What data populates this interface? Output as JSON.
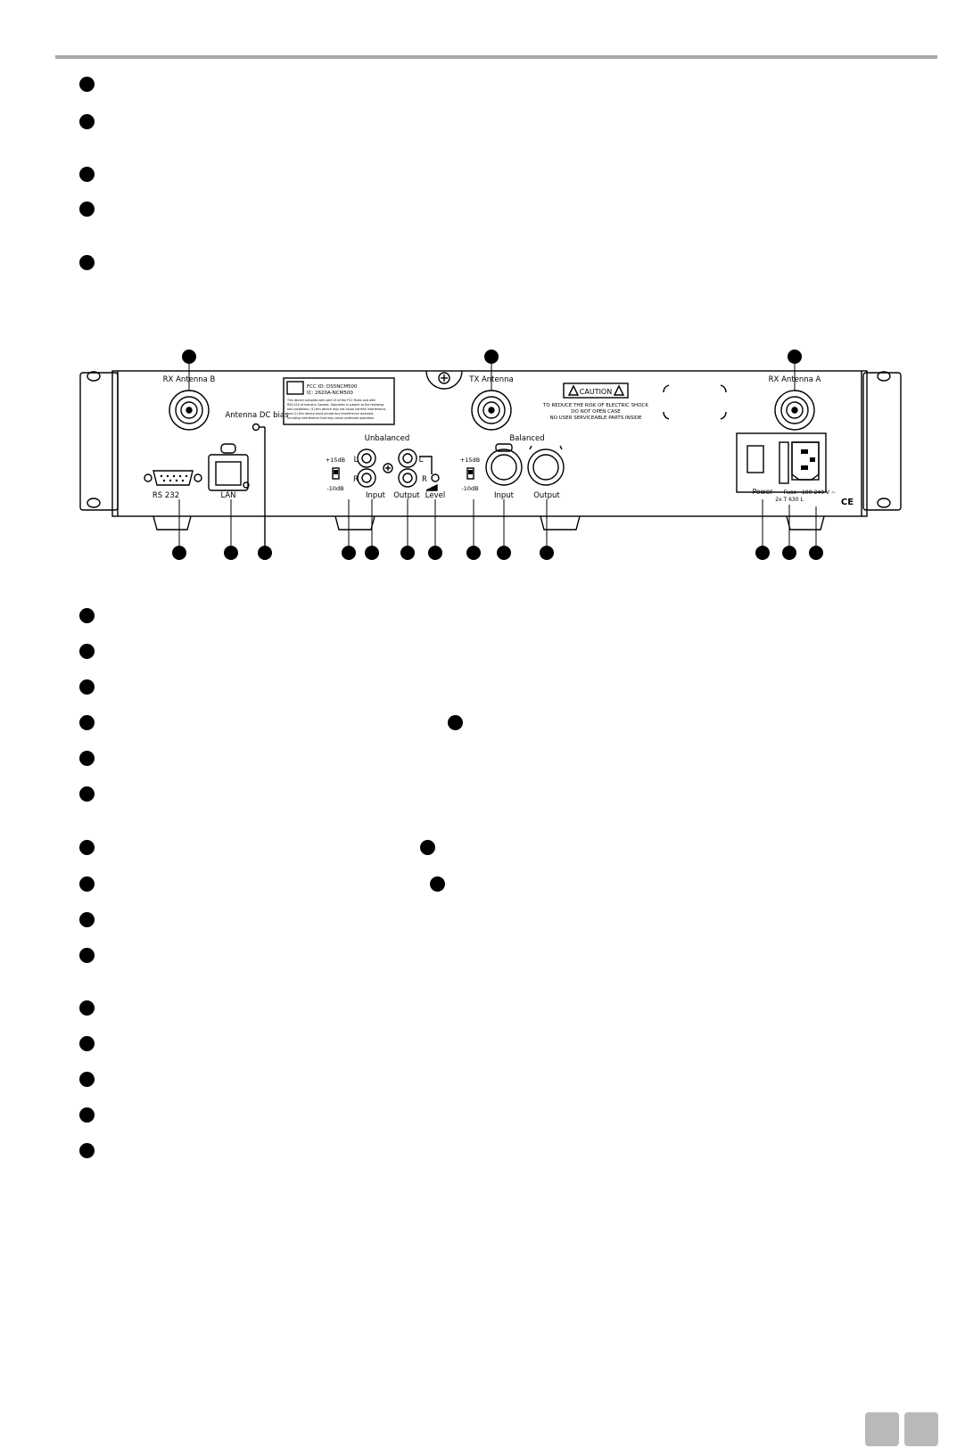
{
  "panel_labels": {
    "rx_antenna_b": "RX Antenna B",
    "tx_antenna": "TX Antenna",
    "rx_antenna_a": "RX Antenna A",
    "antenna_dc_bias": "Antenna DC bias",
    "fcc_id": "FCC ID: DS5NCM500",
    "ic": "IC: 2620A-NCM500",
    "fcc_text": [
      "This device complies with part 15 of the FCC Rules and with",
      "RSS-210 of Industry Canada. Operation is subject to the following",
      "two conditions: (1) this device may not cause harmful interference,",
      "and (2) this device must accept any interference received,",
      "including interference that may cause undesired operation."
    ],
    "caution": "CAUTION",
    "caution_lines": [
      "TO REDUCE THE RISK OF ELECTRIC SHOCK",
      "DO NOT OPEN CASE",
      "NO USER SERVICEABLE PARTS INSIDE"
    ],
    "rs232": "RS 232",
    "lan": "LAN",
    "unbalanced": "Unbalanced",
    "balanced": "Balanced",
    "plus15": "+15dB",
    "minus10": "-10dB",
    "L": "L",
    "R": "R",
    "input": "Input",
    "output": "Output",
    "level": "Level",
    "power": "Power",
    "fuse": "Fuse",
    "fuse_rating": "2x T 630 L",
    "voltage": "100-240 V ~",
    "ce": "CE"
  }
}
